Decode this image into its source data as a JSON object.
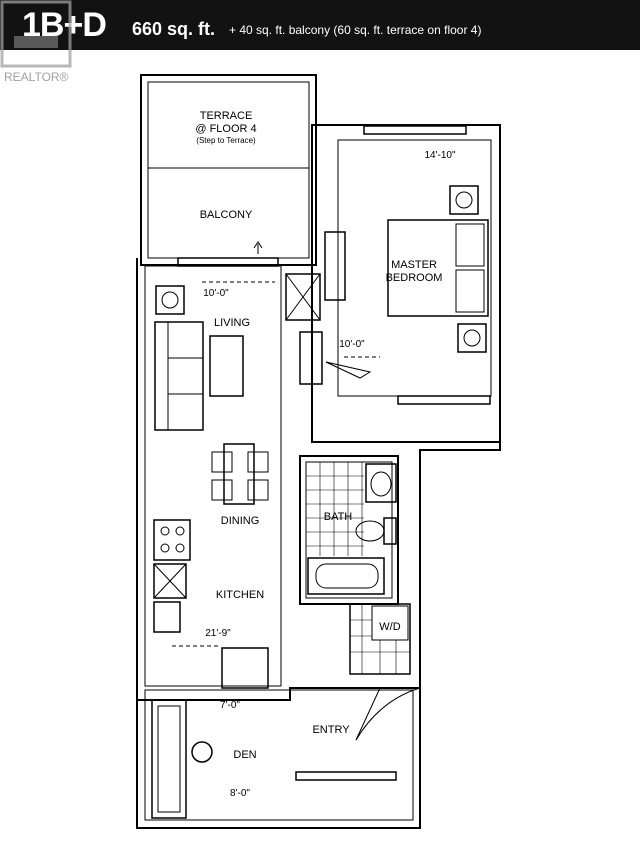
{
  "header": {
    "unit_name": "1B+D",
    "area_main": "660 sq. ft.",
    "area_extra": "+ 40 sq. ft. balcony (60 sq. ft. terrace on floor 4)"
  },
  "watermark": {
    "brand": "REALTOR®"
  },
  "rooms": {
    "terrace_title": "TERRACE",
    "terrace_floor": "@ FLOOR 4",
    "terrace_note": "(Step to Terrace)",
    "balcony": "BALCONY",
    "master_line1": "MASTER",
    "master_line2": "BEDROOM",
    "living": "LIVING",
    "dining": "DINING",
    "bath": "BATH",
    "kitchen": "KITCHEN",
    "laundry": "W/D",
    "entry": "ENTRY",
    "den": "DEN"
  },
  "dimensions": {
    "master_width": "14'-10\"",
    "living_width": "10'-0\"",
    "master_depth": "10'-0\"",
    "kitchen_length": "21'-9\"",
    "den_width": "7'-0\"",
    "den_depth": "8'-0\""
  },
  "colors": {
    "header_bg": "#121212",
    "header_text": "#ffffff",
    "lines": "#000000"
  }
}
